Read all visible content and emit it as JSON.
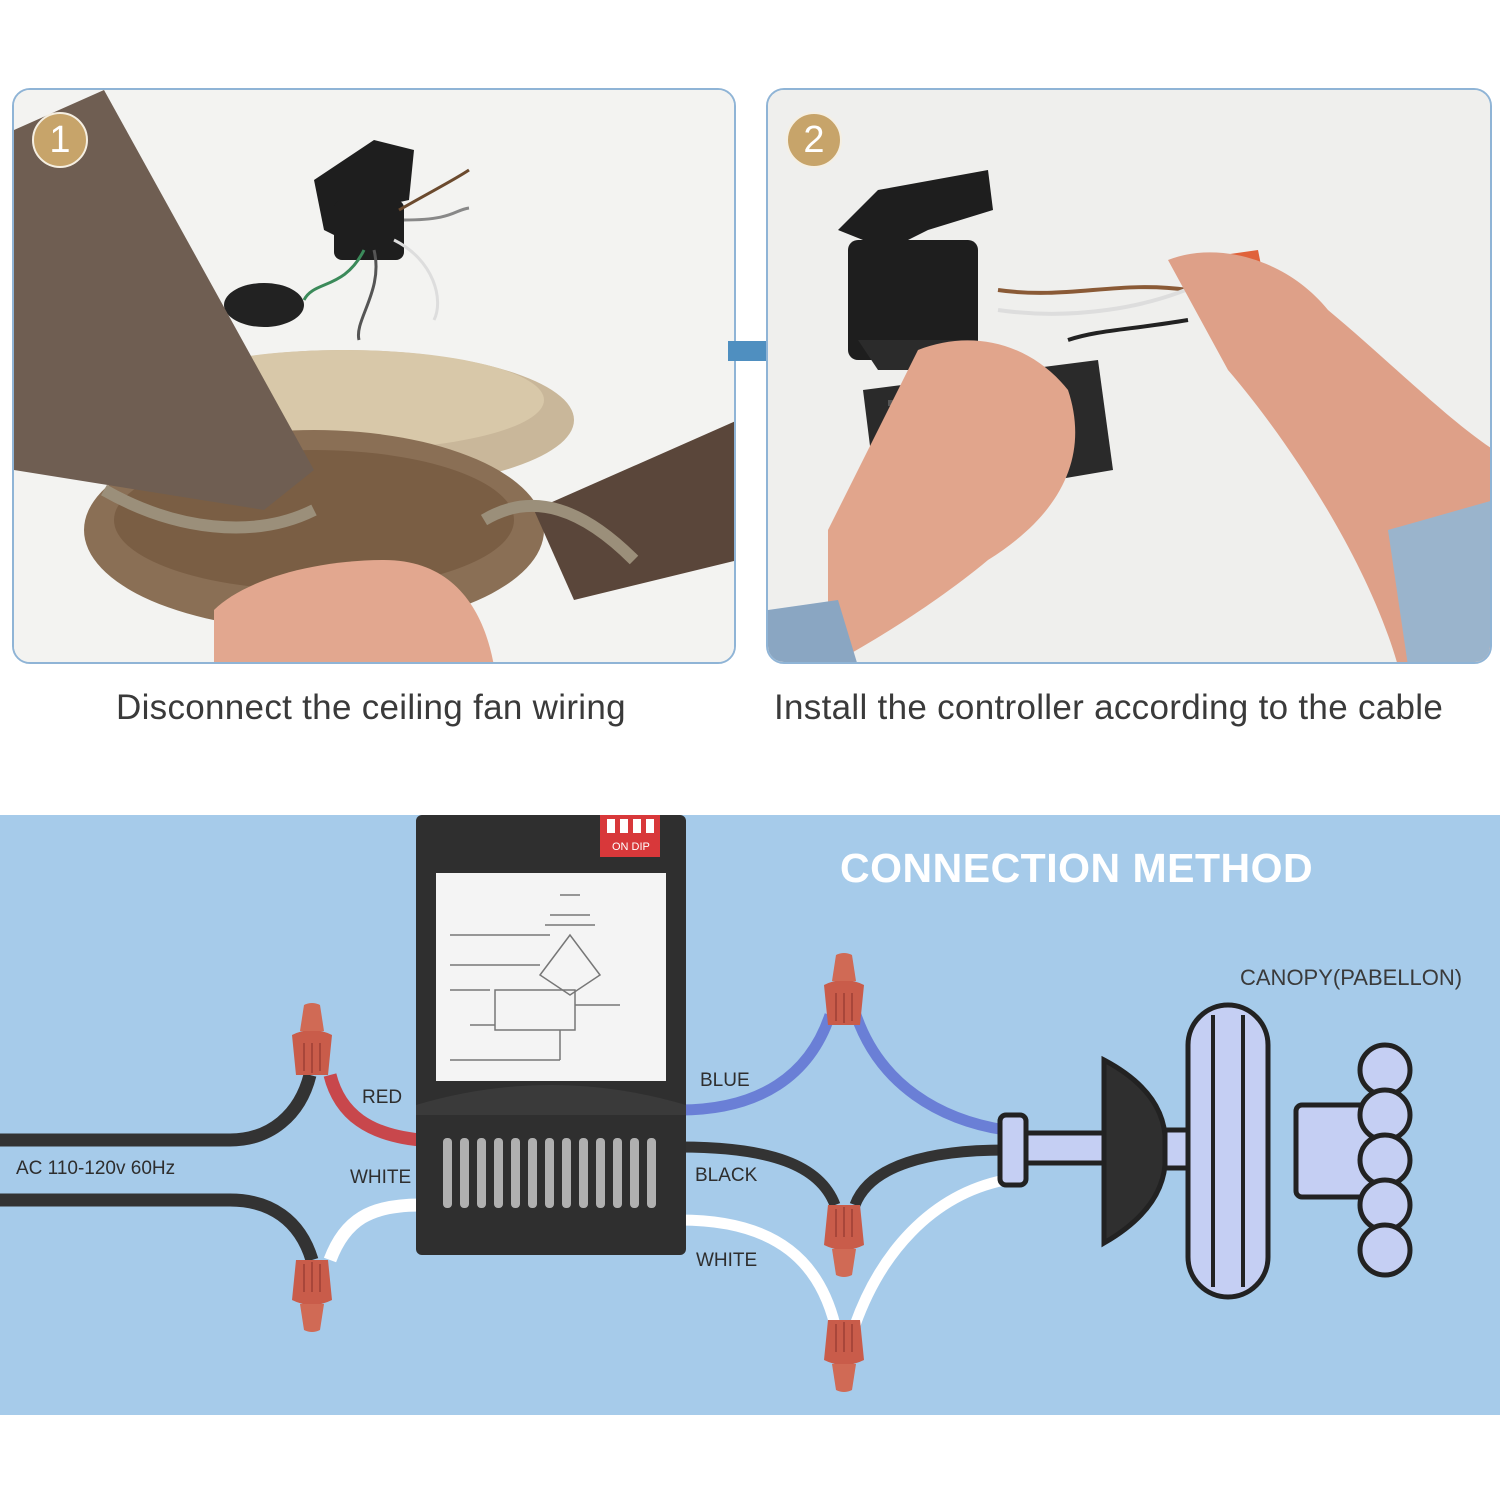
{
  "steps": [
    {
      "number": "1",
      "caption": "Disconnect the ceiling fan wiring"
    },
    {
      "number": "2",
      "caption": "Install the controller according to the cable"
    }
  ],
  "diagram": {
    "title": "CONNECTION METHOD",
    "canopy_label": "CANOPY(PABELLON)",
    "power_label": "AC 110-120v 60Hz",
    "dip_label": "ON DIP",
    "wire_labels": {
      "red": "RED",
      "white_in": "WHITE",
      "blue": "BLUE",
      "black": "BLACK",
      "white_out": "WHITE"
    }
  },
  "colors": {
    "panel_bg": "#a6cbea",
    "wire_black": "#333333",
    "wire_red": "#c8474c",
    "wire_blue": "#6a7fd6",
    "wire_white": "#ffffff",
    "wire_nut": "#c95c4a",
    "controller": "#333333",
    "badge": "#c7a46a"
  }
}
